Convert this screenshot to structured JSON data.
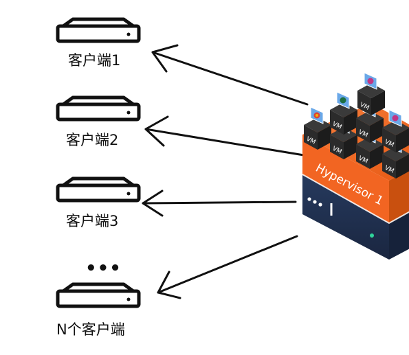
{
  "clients": [
    {
      "label": "客户端1"
    },
    {
      "label": "客户端2"
    },
    {
      "label": "客户端3"
    },
    {
      "label": "N个客户端"
    }
  ],
  "ellipsis": "•••",
  "server": {
    "hypervisor_label": "Hypervisor 1",
    "vm_label": "VM",
    "icons": [
      "chrome-icon",
      "facebook-icon",
      "instagram-icon",
      "excel-icon",
      "powerpoint-icon",
      "cloud-icon"
    ]
  },
  "colors": {
    "line": "#111111",
    "hypervisor_orange": "#f26522",
    "server_navy": "#1f2f4d",
    "vm_dark": "#2b2b2b",
    "status_led": "#2fd39a"
  }
}
